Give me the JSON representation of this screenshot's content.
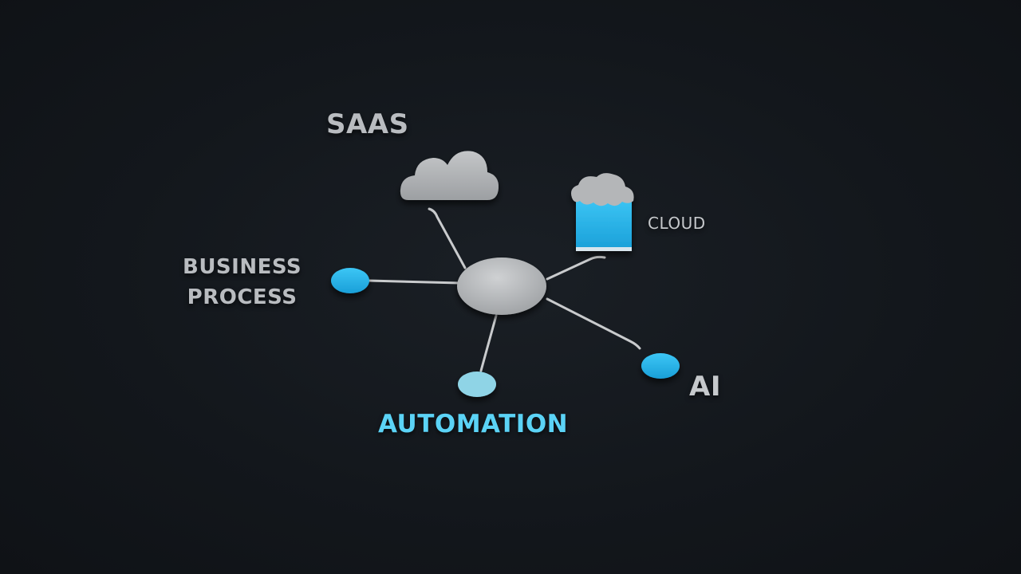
{
  "nodes": {
    "saas": {
      "label": "SAAS",
      "icon": "cloud-icon"
    },
    "cloud": {
      "label": "CLOUD",
      "icon": "cloud-storage-icon"
    },
    "business_process": {
      "label_line1": "BUSINESS",
      "label_line2": "PROCESS"
    },
    "ai": {
      "label": "AI"
    },
    "automation": {
      "label": "AUTOMATION"
    }
  },
  "colors": {
    "background": "#12161b",
    "hub": "#b4b6b8",
    "connector": "#c9cbcd",
    "accent_blue": "#2bb7ee",
    "accent_light_blue": "#8fd4e6",
    "text_gray": "#b9bcc0",
    "text_blue": "#5bd3f6"
  }
}
